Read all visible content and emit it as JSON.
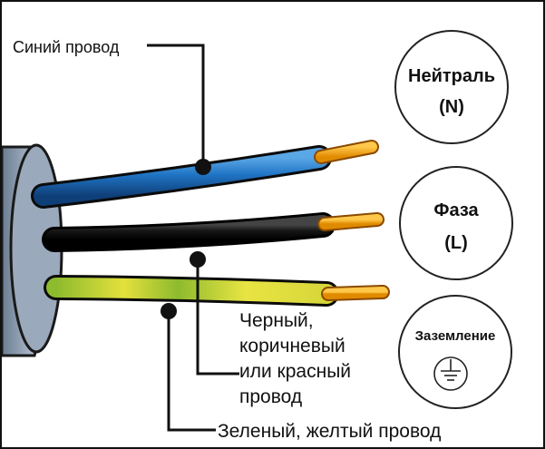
{
  "labels": {
    "blue_wire": "Синий провод",
    "black_wire_line1": "Черный,",
    "black_wire_line2": "коричневый",
    "black_wire_line3": "или красный",
    "black_wire_line4": "провод",
    "green_wire": "Зеленый, желтый провод"
  },
  "terminals": {
    "neutral_title": "Нейтраль",
    "neutral_code": "(N)",
    "phase_title": "Фаза",
    "phase_code": "(L)",
    "ground_title": "Заземление",
    "ground_icon": "ground-symbol-icon"
  },
  "colors": {
    "blue_wire": "#1e6fc0",
    "black_wire": "#1a1a1a",
    "green_wire": "#9cc33a",
    "yellow_wire": "#e6e23a",
    "copper": "#f2a51a",
    "cable_sheath": "#8a9bb0"
  }
}
